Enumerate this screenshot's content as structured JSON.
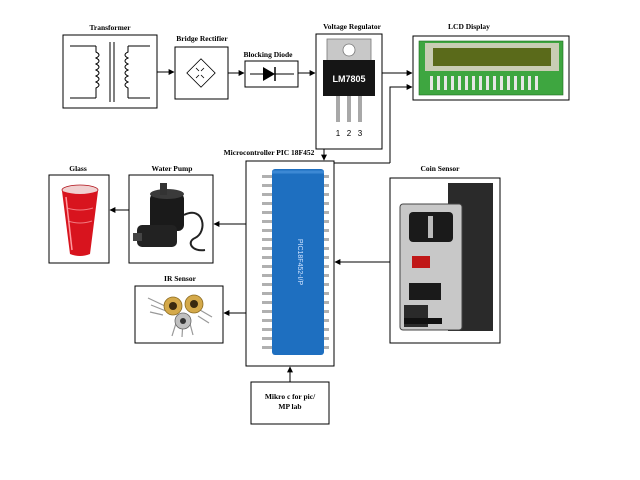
{
  "blocks": {
    "transformer": {
      "label": "Transformer"
    },
    "bridge": {
      "label": "Bridge Rectifier"
    },
    "diode": {
      "label": "Blocking Diode"
    },
    "regulator": {
      "label": "Voltage Regulator",
      "chip": "LM7805",
      "pins": [
        "1",
        "2",
        "3"
      ]
    },
    "lcd": {
      "label": "LCD Display"
    },
    "mcu": {
      "label": "Microcontroller PIC 18F452",
      "chip_text": "PIC18F452-I/P"
    },
    "glass": {
      "label": "Glass"
    },
    "pump": {
      "label": "Water Pump"
    },
    "coin": {
      "label": "Coin Sensor"
    },
    "ir": {
      "label": "IR Sensor"
    },
    "software": {
      "line1": "Mikro c for pic/",
      "line2": "MP lab"
    }
  },
  "colors": {
    "lcd_screen": "#5a6a1a",
    "lcd_board": "#3ea640",
    "chip_body": "#1e6fc0",
    "cup_red": "#d8141e"
  }
}
